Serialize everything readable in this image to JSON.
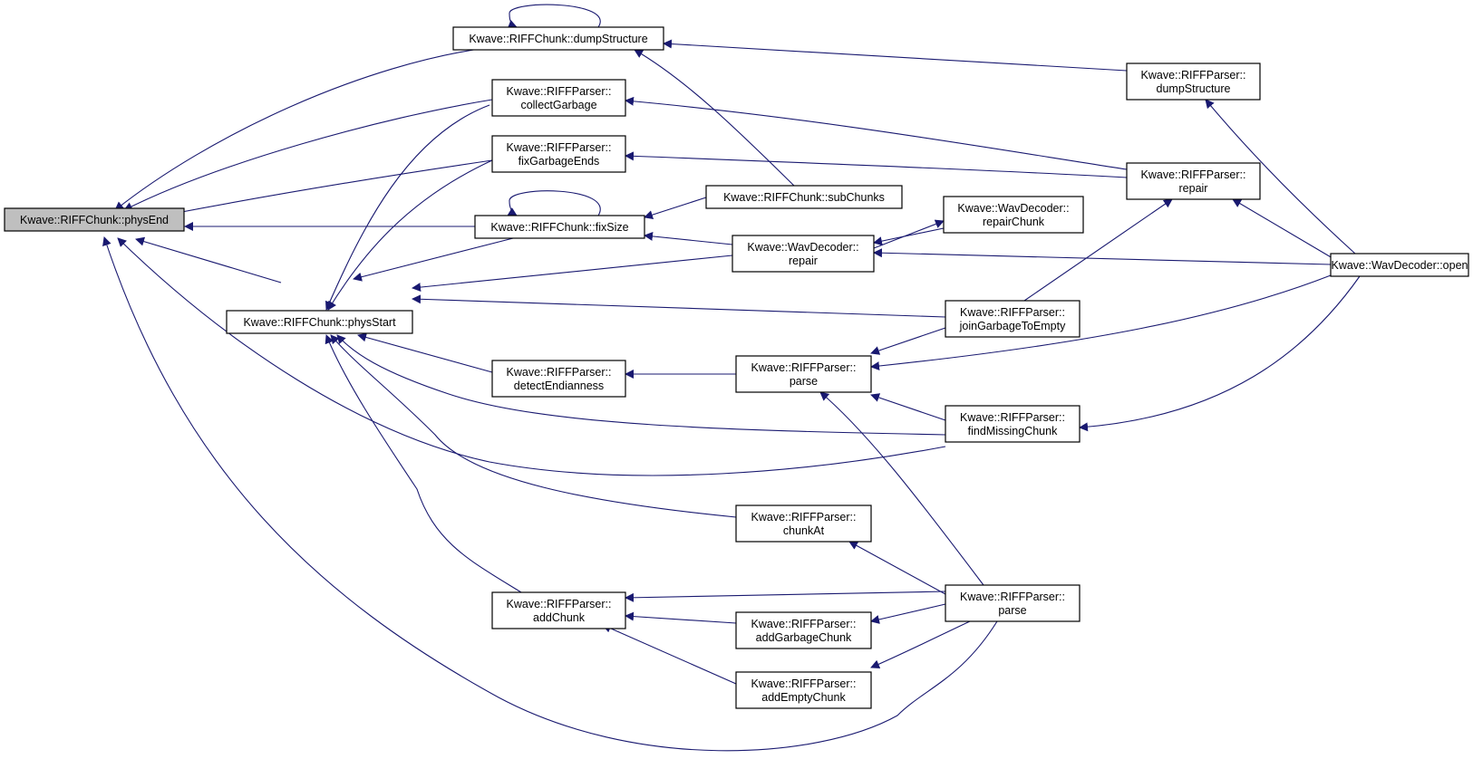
{
  "colors": {
    "edge": "#191970",
    "node_border": "#000000",
    "root_fill": "#bfbfbf",
    "node_fill": "#ffffff"
  },
  "nodes": {
    "physEnd": [
      "Kwave::RIFFChunk::physEnd"
    ],
    "dumpStructure": [
      "Kwave::RIFFChunk::dumpStructure"
    ],
    "collectGarbage": [
      "Kwave::RIFFParser::",
      "collectGarbage"
    ],
    "fixGarbageEnds": [
      "Kwave::RIFFParser::",
      "fixGarbageEnds"
    ],
    "fixSize": [
      "Kwave::RIFFChunk::fixSize"
    ],
    "physStart": [
      "Kwave::RIFFChunk::physStart"
    ],
    "detectEndianness": [
      "Kwave::RIFFParser::",
      "detectEndianness"
    ],
    "addChunk": [
      "Kwave::RIFFParser::",
      "addChunk"
    ],
    "subChunks": [
      "Kwave::RIFFChunk::subChunks"
    ],
    "wavRepair": [
      "Kwave::WavDecoder::",
      "repair"
    ],
    "repairChunk": [
      "Kwave::WavDecoder::",
      "repairChunk"
    ],
    "parse1": [
      "Kwave::RIFFParser::",
      "parse"
    ],
    "chunkAt": [
      "Kwave::RIFFParser::",
      "chunkAt"
    ],
    "addGarbageChunk": [
      "Kwave::RIFFParser::",
      "addGarbageChunk"
    ],
    "addEmptyChunk": [
      "Kwave::RIFFParser::",
      "addEmptyChunk"
    ],
    "parserDump": [
      "Kwave::RIFFParser::",
      "dumpStructure"
    ],
    "parserRepair": [
      "Kwave::RIFFParser::",
      "repair"
    ],
    "joinGarbage": [
      "Kwave::RIFFParser::",
      "joinGarbageToEmpty"
    ],
    "findMissing": [
      "Kwave::RIFFParser::",
      "findMissingChunk"
    ],
    "parse2": [
      "Kwave::RIFFParser::",
      "parse"
    ],
    "open": [
      "Kwave::WavDecoder::open"
    ]
  }
}
